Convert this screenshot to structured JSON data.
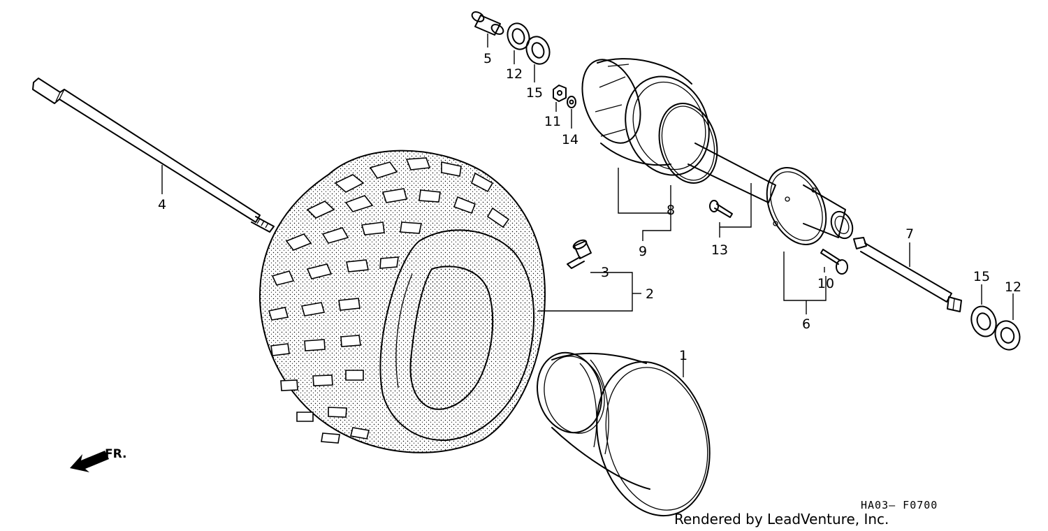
{
  "diagram": {
    "callouts": [
      {
        "id": "c1",
        "text": "1"
      },
      {
        "id": "c2",
        "text": "2"
      },
      {
        "id": "c3",
        "text": "3"
      },
      {
        "id": "c4",
        "text": "4"
      },
      {
        "id": "c5",
        "text": "5"
      },
      {
        "id": "c6",
        "text": "6"
      },
      {
        "id": "c7",
        "text": "7"
      },
      {
        "id": "c8",
        "text": "8"
      },
      {
        "id": "c9",
        "text": "9"
      },
      {
        "id": "c10",
        "text": "10"
      },
      {
        "id": "c11",
        "text": "11"
      },
      {
        "id": "c12a",
        "text": "12"
      },
      {
        "id": "c12b",
        "text": "12"
      },
      {
        "id": "c13",
        "text": "13"
      },
      {
        "id": "c14",
        "text": "14"
      },
      {
        "id": "c15a",
        "text": "15"
      },
      {
        "id": "c15b",
        "text": "15"
      }
    ],
    "direction_label": "FR.",
    "figure_code": "HA03– F0700",
    "credit": "Rendered by LeadVenture, Inc."
  }
}
